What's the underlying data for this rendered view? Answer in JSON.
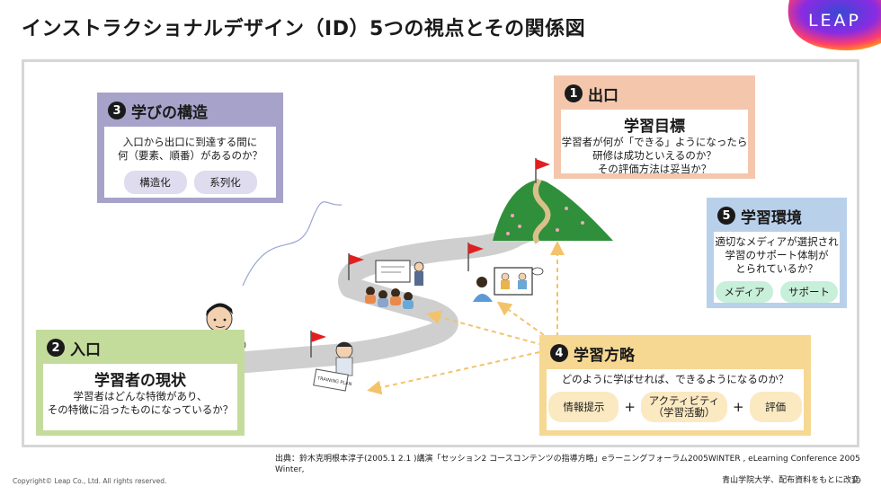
{
  "title": "インストラクショナルデザイン（ID）5つの視点とその関係図",
  "logo": {
    "text": "LEAP"
  },
  "box3": {
    "num": "3",
    "title": "学びの構造",
    "text_line1": "入口から出口に到達する間に",
    "text_line2": "何（要素、順番）があるのか？",
    "pills": [
      "構造化",
      "系列化"
    ]
  },
  "box1": {
    "num": "1",
    "title": "出口",
    "heading": "学習目標",
    "text_line1": "学習者が何が「できる」ようになったら",
    "text_line2": "研修は成功といえるのか？",
    "text_line3": "その評価方法は妥当か？"
  },
  "box5": {
    "num": "5",
    "title": "学習環境",
    "text_line1": "適切なメディアが選択され",
    "text_line2": "学習のサポート体制が",
    "text_line3": "とられているか？",
    "pills": [
      "メディア",
      "サポート"
    ]
  },
  "box2": {
    "num": "2",
    "title": "入口",
    "heading": "学習者の現状",
    "text_line1": "学習者はどんな特徴があり、",
    "text_line2": "その特徴に沿ったものになっているか？"
  },
  "box4": {
    "num": "4",
    "title": "学習方略",
    "question": "どのように学ばせれば、できるようになるのか？",
    "item1": "情報提示",
    "item2_line1": "アクティビティ",
    "item2_line2": "（学習活動）",
    "item3": "評価",
    "plus": "+"
  },
  "illustration": {
    "sign_text": "TRAINING PLAN"
  },
  "source_line1": "出典：鈴木克明根本淳子(2005.1 2.1 )講演「セッション2 コースコンテンツの指導方略」eラーニングフォーラム2005WINTER , eLearning Conference 2005 Winter,",
  "source_line2": "青山学院大学、配布資料をもとに改変",
  "copyright": "Copyright©  Leap Co., Ltd.  All rights reserved.",
  "page_number": "19",
  "colors": {
    "box3": "#a7a2c9",
    "box1": "#f4c7ad",
    "box5": "#b9d0ea",
    "box2": "#c4dc9b",
    "box4": "#f6d893",
    "road": "#cfcfcf",
    "flag": "#e02020",
    "mountain": "#2f8f3a",
    "arrow": "#f3c36b"
  }
}
